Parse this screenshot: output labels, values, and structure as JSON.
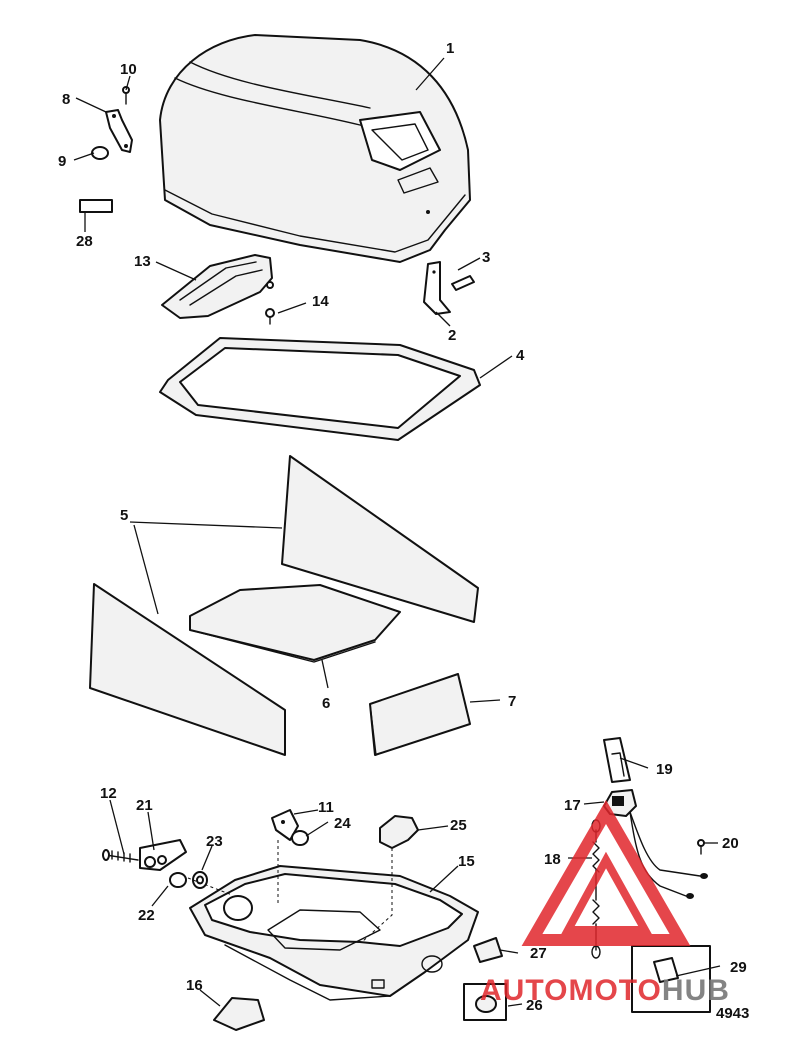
{
  "callouts": {
    "c1": "1",
    "c2": "2",
    "c3": "3",
    "c4": "4",
    "c5": "5",
    "c6": "6",
    "c7": "7",
    "c8": "8",
    "c9": "9",
    "c10": "10",
    "c11": "11",
    "c12": "12",
    "c13": "13",
    "c14": "14",
    "c15": "15",
    "c16": "16",
    "c17": "17",
    "c18": "18",
    "c19": "19",
    "c20": "20",
    "c21": "21",
    "c22": "22",
    "c23": "23",
    "c24": "24",
    "c25": "25",
    "c26": "26",
    "c27": "27",
    "c28": "28",
    "c29": "29"
  },
  "figure_id": "4943",
  "watermark": {
    "part1": "AUTOMOTO",
    "part2": "HUB",
    "color1": "#e0262b",
    "color2": "#777777"
  }
}
